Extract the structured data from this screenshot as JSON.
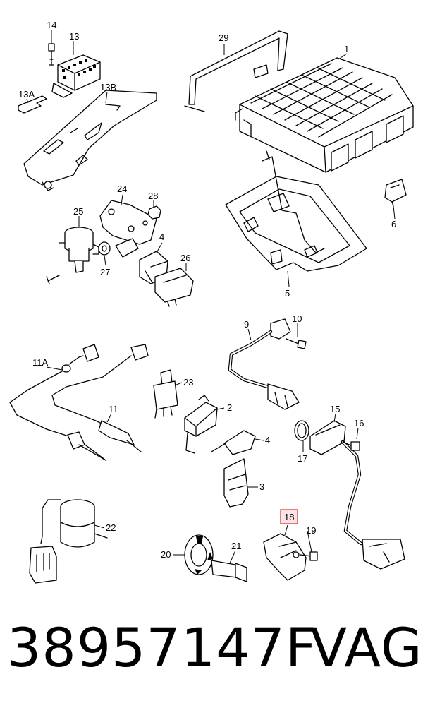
{
  "callouts": {
    "c1": "1",
    "c2": "2",
    "c3": "3",
    "c4a": "4",
    "c4b": "4",
    "c5": "5",
    "c6": "6",
    "c9": "9",
    "c10": "10",
    "c11": "11",
    "c11a": "11A",
    "c13": "13",
    "c13a": "13A",
    "c13b": "13B",
    "c14": "14",
    "c15": "15",
    "c16": "16",
    "c17": "17",
    "c18": "18",
    "c19": "19",
    "c20": "20",
    "c21": "21",
    "c22": "22",
    "c23": "23",
    "c24": "24",
    "c25": "25",
    "c26": "26",
    "c27": "27",
    "c28": "28",
    "c29": "29"
  },
  "highlighted_callout": "18",
  "highlight_color": "#d94a4a",
  "footer": {
    "part_number": "38957147F",
    "brand": "VAG"
  }
}
